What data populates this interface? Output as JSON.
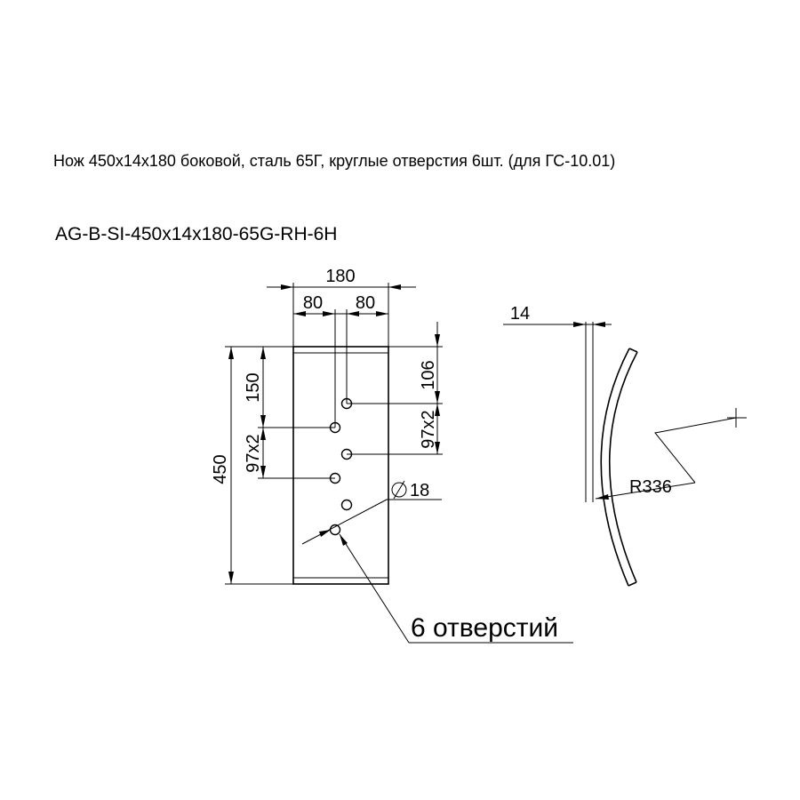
{
  "header": {
    "description": "Нож 450х14х180 боковой, сталь 65Г, круглые отверстия  6шт. (для ГС-10.01)",
    "part_code": "AG-B-SI-450x14x180-65G-RH-6H"
  },
  "front_view": {
    "width_dim": "180",
    "left_offset_dim": "80",
    "right_offset_dim": "80",
    "height_dim": "450",
    "left_first_hole_dim": "150",
    "left_pitch_dim": "97x2",
    "right_first_hole_dim": "106",
    "right_pitch_dim": "97x2",
    "hole_diameter_dim": "18",
    "hole_count_callout": "6 отверстий"
  },
  "side_view": {
    "thickness_dim": "14",
    "radius_dim": "R336"
  }
}
